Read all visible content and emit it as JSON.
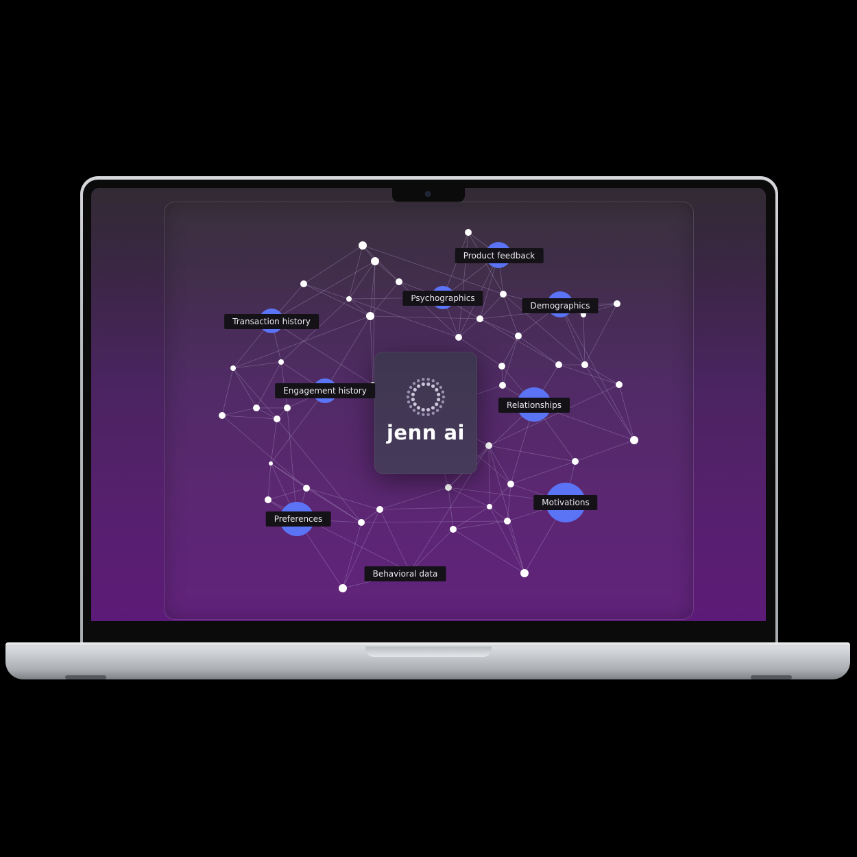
{
  "brand": {
    "name": "jenn ai"
  },
  "labels": {
    "product_feedback": "Product feedback",
    "psychographics": "Psychographics",
    "demographics": "Demographics",
    "transaction_history": "Transaction history",
    "engagement_history": "Engagement history",
    "relationships": "Relationships",
    "motivations": "Motivations",
    "preferences": "Preferences",
    "behavioral_data": "Behavioral data"
  },
  "colors": {
    "hub": "#5b73f5",
    "node": "#ffffff",
    "edge": "#b9a6cf",
    "label_bg": "#141216"
  }
}
